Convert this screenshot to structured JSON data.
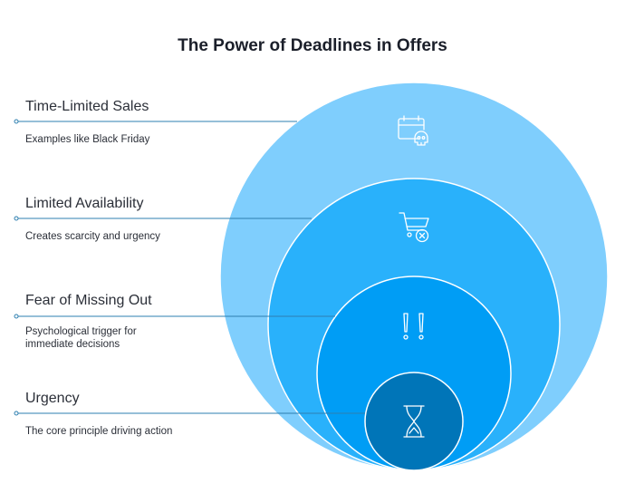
{
  "title": "The Power of Deadlines in Offers",
  "levels": [
    {
      "label": "Time-Limited Sales",
      "description": [
        "Examples like Black Friday"
      ],
      "icon": "calendar-skull-icon",
      "color": "#7fcefd"
    },
    {
      "label": "Limited Availability",
      "description": [
        "Creates scarcity and urgency"
      ],
      "icon": "cart-x-icon",
      "color": "#29b1fb"
    },
    {
      "label": "Fear of Missing Out",
      "description": [
        "Psychological trigger for",
        "immediate decisions"
      ],
      "icon": "double-exclamation-icon",
      "color": "#009df5"
    },
    {
      "label": "Urgency",
      "description": [
        "The core principle driving action"
      ],
      "icon": "hourglass-icon",
      "color": "#0075b8"
    }
  ]
}
